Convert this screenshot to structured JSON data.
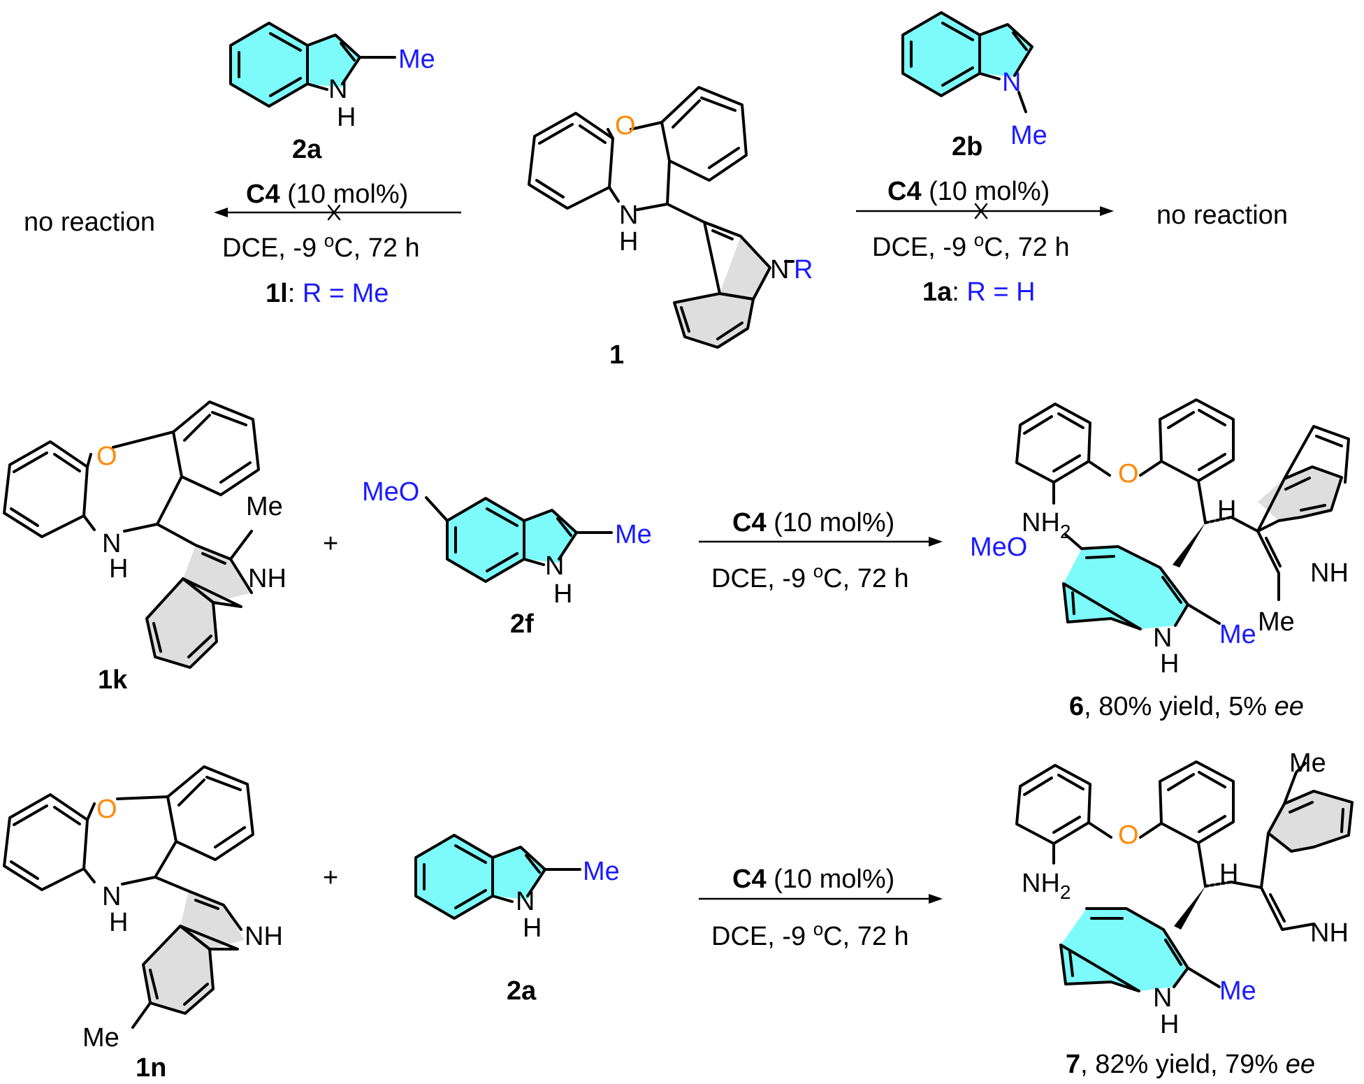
{
  "colors": {
    "hetero_O": "#ff8800",
    "variable_group": "#1a1aff",
    "reactive_ring": "#7dfafa",
    "spectator_ring": "#dedede"
  },
  "compounds": {
    "c1": {
      "label": "1",
      "O": "O",
      "NH": "N",
      "H": "H",
      "N": "N",
      "R": "R"
    },
    "c2a_top": {
      "label": "2a",
      "sub": "Me",
      "N": "N",
      "H": "H"
    },
    "c2b": {
      "label": "2b",
      "N": "N",
      "sub": "Me"
    },
    "c1k": {
      "label": "1k",
      "O": "O",
      "N1": "N",
      "H1": "H",
      "Me": "Me",
      "NH": "NH"
    },
    "c2f": {
      "label": "2f",
      "MeO": "MeO",
      "Me": "Me",
      "N": "N",
      "H": "H"
    },
    "c6": {
      "label": "6",
      "result": ", 80% yield, 5% ",
      "ee": "ee",
      "O": "O",
      "NH2": "NH",
      "sub2": "2",
      "MeO": "MeO",
      "H": "H",
      "NH": "NH",
      "Me1": "Me",
      "Me2": "Me",
      "N": "N",
      "H2": "H"
    },
    "c1n": {
      "label": "1n",
      "O": "O",
      "N1": "N",
      "H1": "H",
      "NH": "NH",
      "Me": "Me"
    },
    "c2a_bot": {
      "label": "2a",
      "Me": "Me",
      "N": "N",
      "H": "H"
    },
    "c7": {
      "label": "7",
      "result": ", 82% yield, 79% ",
      "ee": "ee",
      "O": "O",
      "NH2": "NH",
      "sub2": "2",
      "H": "H",
      "NH": "NH",
      "Me1": "Me",
      "Me2": "Me",
      "N": "N",
      "H2": "H"
    }
  },
  "reactions": {
    "left": {
      "catalyst": "C4",
      "loading": " (10 mol%)",
      "cond_a": "DCE, -9 ",
      "cond_deg": "o",
      "cond_b": "C, 72 h",
      "substrate": "1l",
      "substrate_colon": ": ",
      "r_def": "R = Me",
      "outcome": "no reaction"
    },
    "right": {
      "catalyst": "C4",
      "loading": " (10 mol%)",
      "cond_a": "DCE, -9 ",
      "cond_deg": "o",
      "cond_b": "C, 72 h",
      "substrate": "1a",
      "substrate_colon": ": ",
      "r_def": "R = H",
      "outcome": "no reaction"
    },
    "middle": {
      "plus": "+",
      "catalyst": "C4",
      "loading": " (10 mol%)",
      "cond_a": "DCE, -9 ",
      "cond_deg": "o",
      "cond_b": "C, 72 h"
    },
    "bottom": {
      "plus": "+",
      "catalyst": "C4",
      "loading": " (10 mol%)",
      "cond_a": "DCE, -9 ",
      "cond_deg": "o",
      "cond_b": "C, 72 h"
    }
  }
}
